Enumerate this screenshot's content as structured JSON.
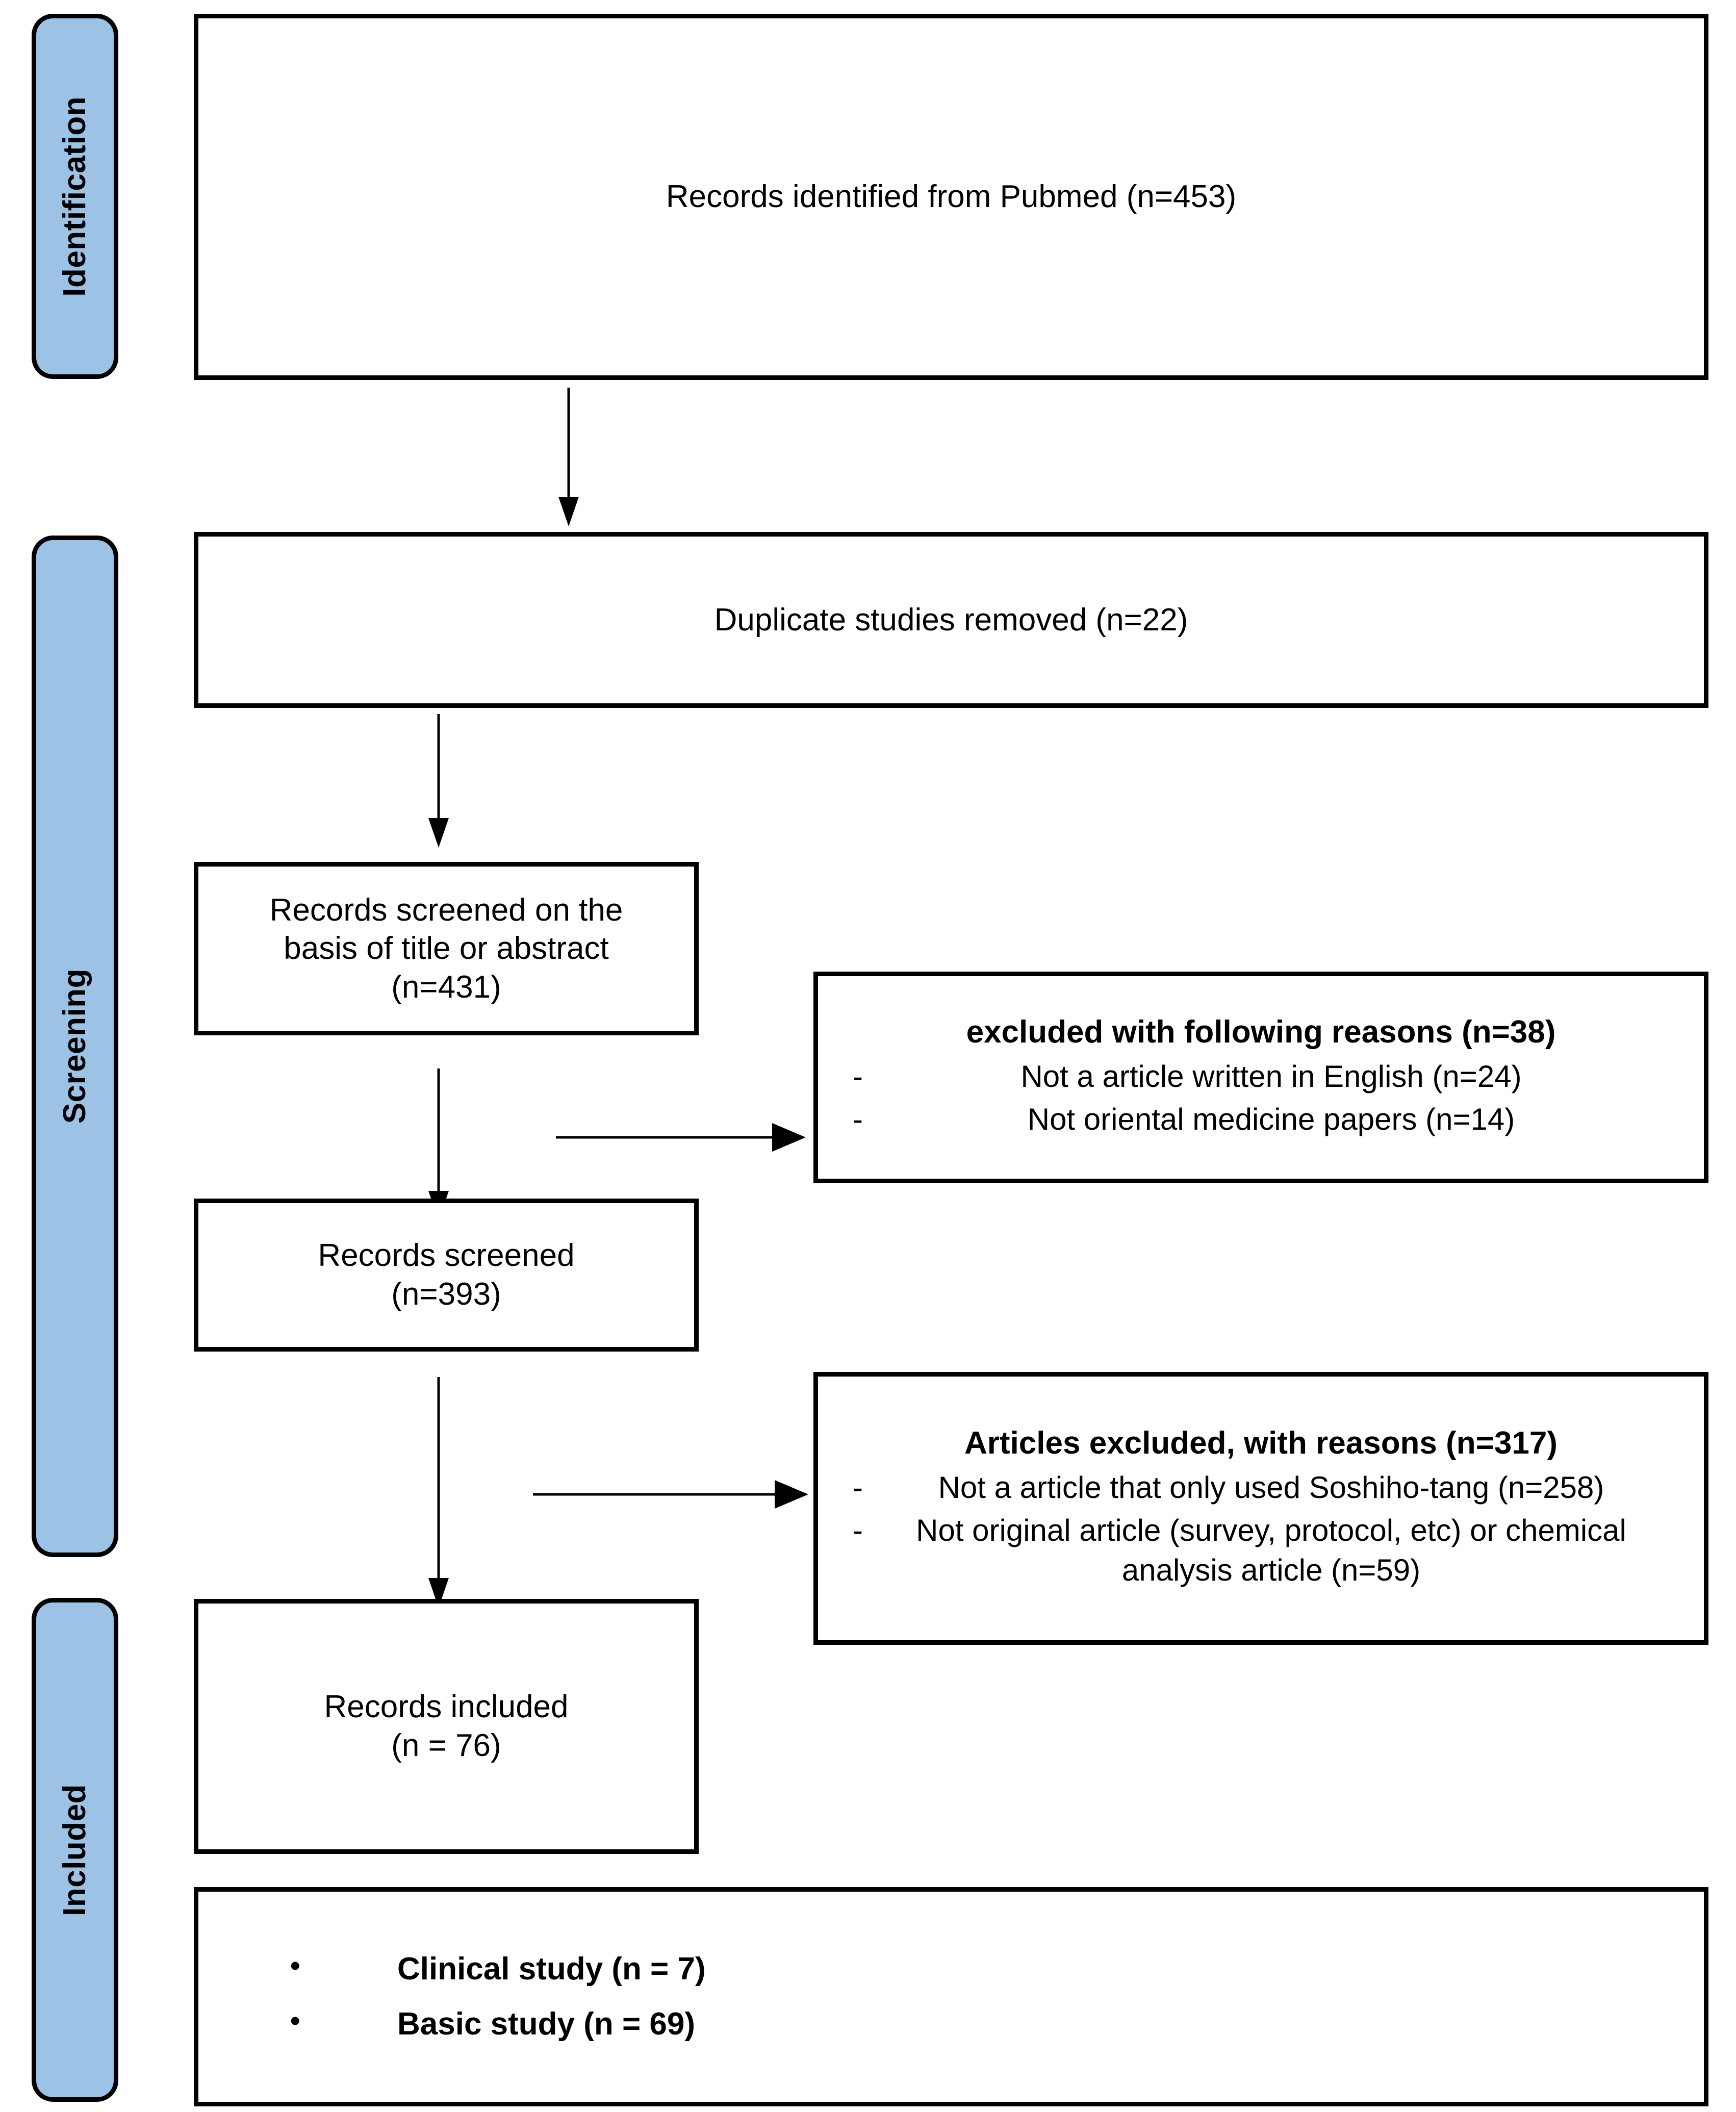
{
  "diagram": {
    "title": "PRISMA study selection flow diagram",
    "accent_color": "#9cc3e5",
    "line_color": "#000000",
    "stages": [
      {
        "id": "identification",
        "label": "Identification"
      },
      {
        "id": "screening",
        "label": "Screening"
      },
      {
        "id": "included",
        "label": "Included"
      }
    ],
    "boxes": {
      "identified": {
        "text": "Records identified from Pubmed (n=453)"
      },
      "duplicates": {
        "text": "Duplicate studies removed (n=22)"
      },
      "screened_title_abstract": {
        "line1": "Records screened on the",
        "line2": "basis of title or abstract",
        "line3": "(n=431)"
      },
      "screened": {
        "line1": "Records screened",
        "line2": "(n=393)"
      },
      "included": {
        "line1": "Records included",
        "line2": "(n = 76)"
      }
    },
    "exclusions": [
      {
        "id": "excluded-title-abstract",
        "title": "excluded with following reasons (n=38)",
        "reasons": [
          {
            "dash": "-",
            "text": "Not a article written in English (n=24)"
          },
          {
            "dash": "-",
            "text": "Not oriental medicine papers (n=14)"
          }
        ]
      },
      {
        "id": "excluded-full-text",
        "title": "Articles excluded, with reasons (n=317)",
        "reasons": [
          {
            "dash": "-",
            "text": "Not a article that only used Soshiho-tang (n=258)"
          },
          {
            "dash": "-",
            "text": "Not original article (survey, protocol, etc) or chemical analysis article (n=59)"
          }
        ]
      }
    ],
    "summary": {
      "items": [
        {
          "bullet": "•",
          "text": "Clinical study (n = 7)"
        },
        {
          "bullet": "•",
          "text": "Basic study (n = 69)"
        }
      ]
    },
    "chart_data": {
      "type": "flowchart",
      "title": "PRISMA study selection flow diagram",
      "nodes": [
        {
          "id": "identified",
          "stage": "Identification",
          "label": "Records identified from Pubmed",
          "n": 453
        },
        {
          "id": "duplicates",
          "stage": "Screening",
          "label": "Duplicate studies removed",
          "n": 22
        },
        {
          "id": "screened_title_abstract",
          "stage": "Screening",
          "label": "Records screened on the basis of title or abstract",
          "n": 431
        },
        {
          "id": "excluded_title_abstract",
          "stage": "Screening",
          "label": "excluded with following reasons",
          "n": 38
        },
        {
          "id": "excluded_not_english",
          "stage": "Screening",
          "label": "Not a article written in English",
          "n": 24
        },
        {
          "id": "excluded_not_oriental",
          "stage": "Screening",
          "label": "Not oriental medicine papers",
          "n": 14
        },
        {
          "id": "screened",
          "stage": "Screening",
          "label": "Records screened",
          "n": 393
        },
        {
          "id": "excluded_full_text",
          "stage": "Screening",
          "label": "Articles excluded, with reasons",
          "n": 317
        },
        {
          "id": "excluded_not_only_soshiho",
          "stage": "Screening",
          "label": "Not a article that only used Soshiho-tang",
          "n": 258
        },
        {
          "id": "excluded_not_original",
          "stage": "Screening",
          "label": "Not original article (survey, protocol, etc) or chemical analysis article",
          "n": 59
        },
        {
          "id": "included",
          "stage": "Included",
          "label": "Records included",
          "n": 76
        },
        {
          "id": "clinical_study",
          "stage": "Included",
          "label": "Clinical study",
          "n": 7
        },
        {
          "id": "basic_study",
          "stage": "Included",
          "label": "Basic study",
          "n": 69
        }
      ],
      "edges": [
        {
          "from": "identified",
          "to": "duplicates",
          "direction": "down"
        },
        {
          "from": "duplicates",
          "to": "screened_title_abstract",
          "direction": "down"
        },
        {
          "from": "screened_title_abstract",
          "to": "screened",
          "direction": "down"
        },
        {
          "from": "screened_title_abstract",
          "to": "excluded_title_abstract",
          "direction": "right"
        },
        {
          "from": "screened",
          "to": "included",
          "direction": "down"
        },
        {
          "from": "screened",
          "to": "excluded_full_text",
          "direction": "right"
        }
      ]
    }
  }
}
